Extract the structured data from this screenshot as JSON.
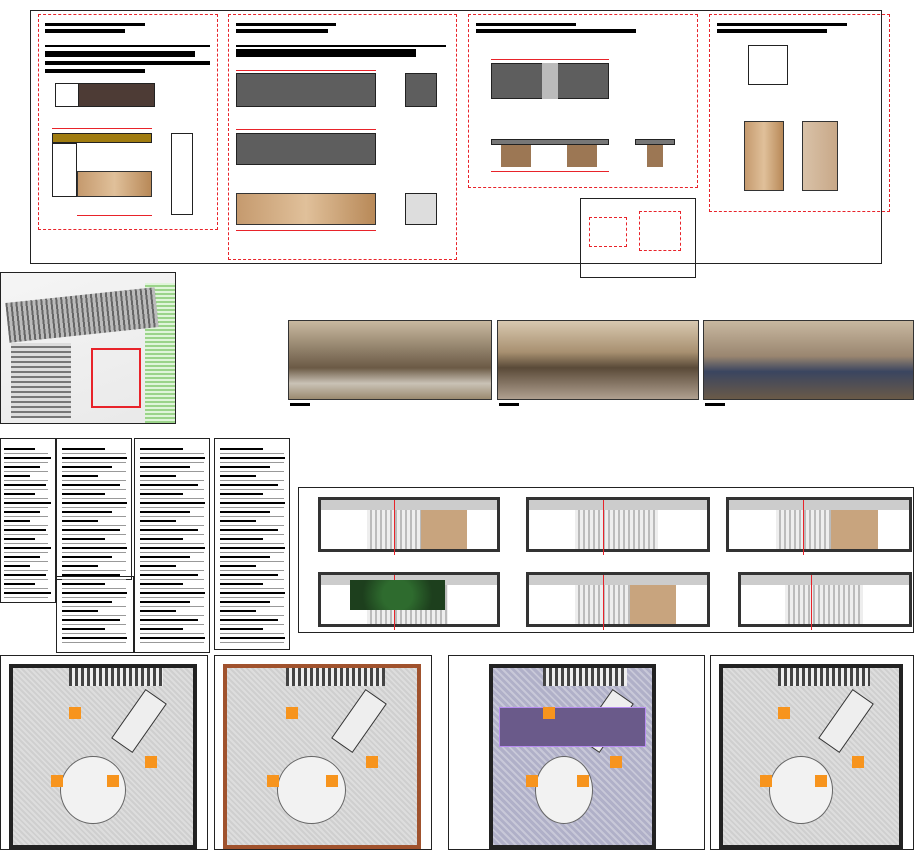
{
  "sheet": {
    "accent_color": "#e8232a",
    "stone_color": "#5e5e5e",
    "wood_color": "#c59a6e",
    "highlight_color": "#f7941d",
    "purple_color": "#b78cf0"
  },
  "panels": {
    "kitchen_elevations": "kitchen-elevation-details",
    "countertops": "countertop-details",
    "island": "island-details",
    "cabinet": "cabinet-details",
    "site_plan": "site-plan",
    "renderings": [
      "living-room-render",
      "dining-render",
      "lounge-render"
    ],
    "legends": 5,
    "elevations": 6,
    "floor_plans": 4
  }
}
